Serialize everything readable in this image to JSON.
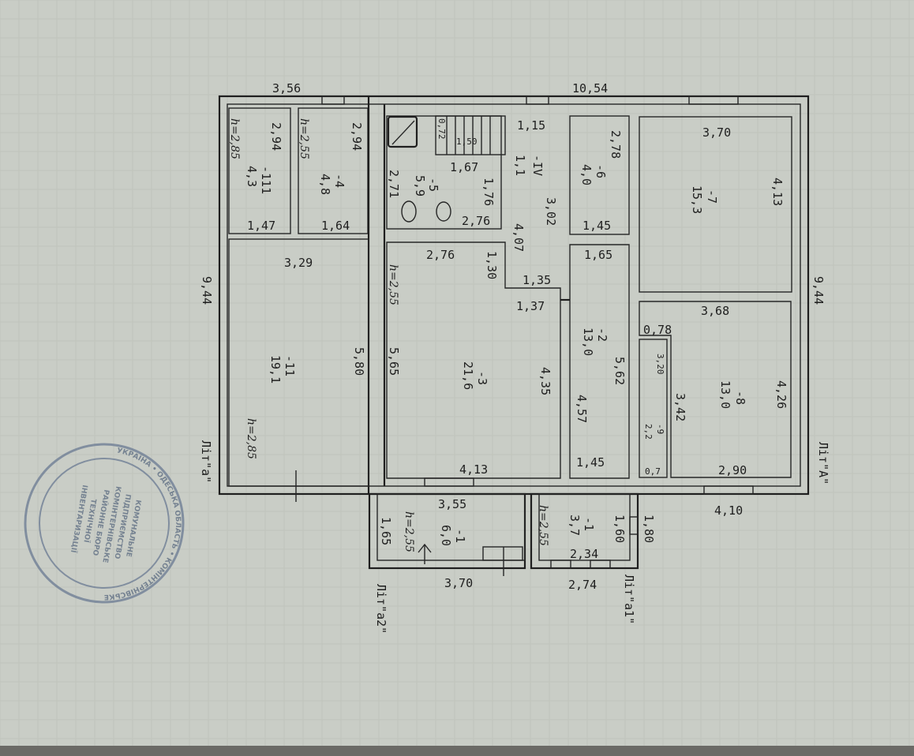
{
  "outer": {
    "top_left_width": "3,56",
    "top_right_width": "10,54",
    "left_height": "9,44",
    "right_height": "9,44",
    "bottom_right_width": "4,10"
  },
  "litera": {
    "main_A": "Літ\"А\"",
    "a": "Літ\"а\"",
    "a1": "Літ\"а1\"",
    "a2": "Літ\"а2\""
  },
  "rooms": {
    "r111": {
      "number": "-111",
      "area": "4,3",
      "height": "h=2,85",
      "length": "2,94",
      "width": "1,47"
    },
    "r4": {
      "number": "-4",
      "area": "4,8",
      "height": "h=2,55",
      "length": "2,94",
      "width": "1,64"
    },
    "r5": {
      "number": "-5",
      "area": "5,9",
      "length": "2,71",
      "width_top": "1,67",
      "side": "1,76",
      "width_bottom": "2,76"
    },
    "stairs": {
      "width": "0,72",
      "length": "1,50",
      "top": "1,15",
      "number": "-IV",
      "area": "1,1",
      "side_a": "3,02",
      "side_b": "4,07"
    },
    "r6": {
      "number": "-6",
      "area": "4,0",
      "length": "2,78",
      "width": "1,45"
    },
    "r7": {
      "number": "-7",
      "area": "15,3",
      "width": "3,70",
      "length": "4,13"
    },
    "r11": {
      "number": "-11",
      "area": "19,1",
      "height": "h=2,85",
      "width": "3,29",
      "length": "5,80"
    },
    "r3": {
      "number": "-3",
      "area": "21,6",
      "height": "h=2,55",
      "width_top": "2,76",
      "step": "1,30",
      "step_w": "1,35",
      "step_w2": "1,37",
      "length_left": "5,65",
      "length_right": "4,35",
      "width_bottom": "4,13"
    },
    "r2": {
      "number": "-2",
      "area": "13,0",
      "width_top": "1,65",
      "length": "5,62",
      "length_b": "4,57",
      "width_bottom": "1,45"
    },
    "r8": {
      "number": "-8",
      "area": "13,0",
      "width_top": "3,68",
      "notch": "0,78",
      "side": "3,42",
      "length": "4,26",
      "width_bottom": "2,90"
    },
    "r9": {
      "number": "-9",
      "area": "2,2",
      "length": "3,20",
      "width": "0,7"
    },
    "a2_1": {
      "number": "-1",
      "area": "6,0",
      "height": "h=2,55",
      "width_top": "3,55",
      "length": "1,65",
      "width_outer": "3,70"
    },
    "a1_1": {
      "number": "-1",
      "area": "3,7",
      "height": "h=2,55",
      "length": "1,60",
      "length_outer": "1,80",
      "width": "2,34",
      "width_outer": "2,74"
    }
  },
  "stamp": {
    "ring": "УКРАЇНА • ОДЕСЬКА ОБЛАСТЬ • КОМІНТЕРНІВСЬКЕ",
    "lines": [
      "КОМУНАЛЬНЕ",
      "ПІДПРИЄМСТВО",
      "КОМІНТЕРНІВСЬКЕ",
      "РАЙОННЕ БЮРО",
      "ТЕХНІЧНОЇ",
      "ІНВЕНТАРИЗАЦІЇ"
    ]
  }
}
